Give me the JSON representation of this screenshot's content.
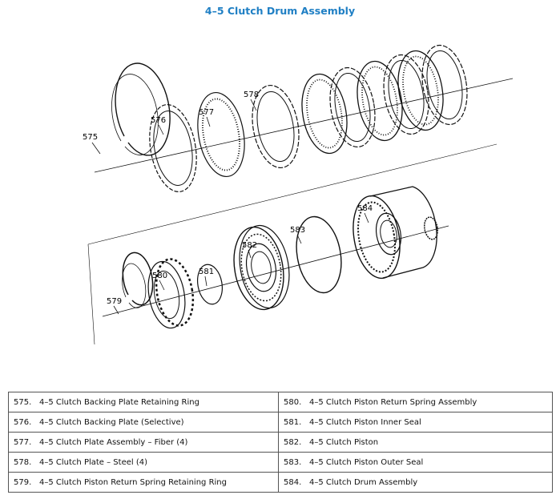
{
  "title": "4–5 Clutch Drum Assembly",
  "callouts": [
    "575",
    "576",
    "577",
    "578",
    "579",
    "580",
    "581",
    "582",
    "583",
    "584"
  ],
  "legend": {
    "left": [
      {
        "num": "575.",
        "text": "4–5 Clutch Backing Plate Retaining Ring"
      },
      {
        "num": "576.",
        "text": "4–5 Clutch Backing Plate (Selective)"
      },
      {
        "num": "577.",
        "text": "4–5 Clutch Plate Assembly – Fiber (4)"
      },
      {
        "num": "578.",
        "text": "4–5 Clutch Plate – Steel (4)"
      },
      {
        "num": "579.",
        "text": "4–5 Clutch Piston Return Spring Retaining Ring"
      }
    ],
    "right": [
      {
        "num": "580.",
        "text": "4–5 Clutch Piston Return Spring Assembly"
      },
      {
        "num": "581.",
        "text": "4–5 Clutch Piston Inner Seal"
      },
      {
        "num": "582.",
        "text": "4–5 Clutch Piston"
      },
      {
        "num": "583.",
        "text": "4–5 Clutch Piston Outer Seal"
      },
      {
        "num": "584.",
        "text": "4–5 Clutch Drum Assembly"
      }
    ]
  }
}
